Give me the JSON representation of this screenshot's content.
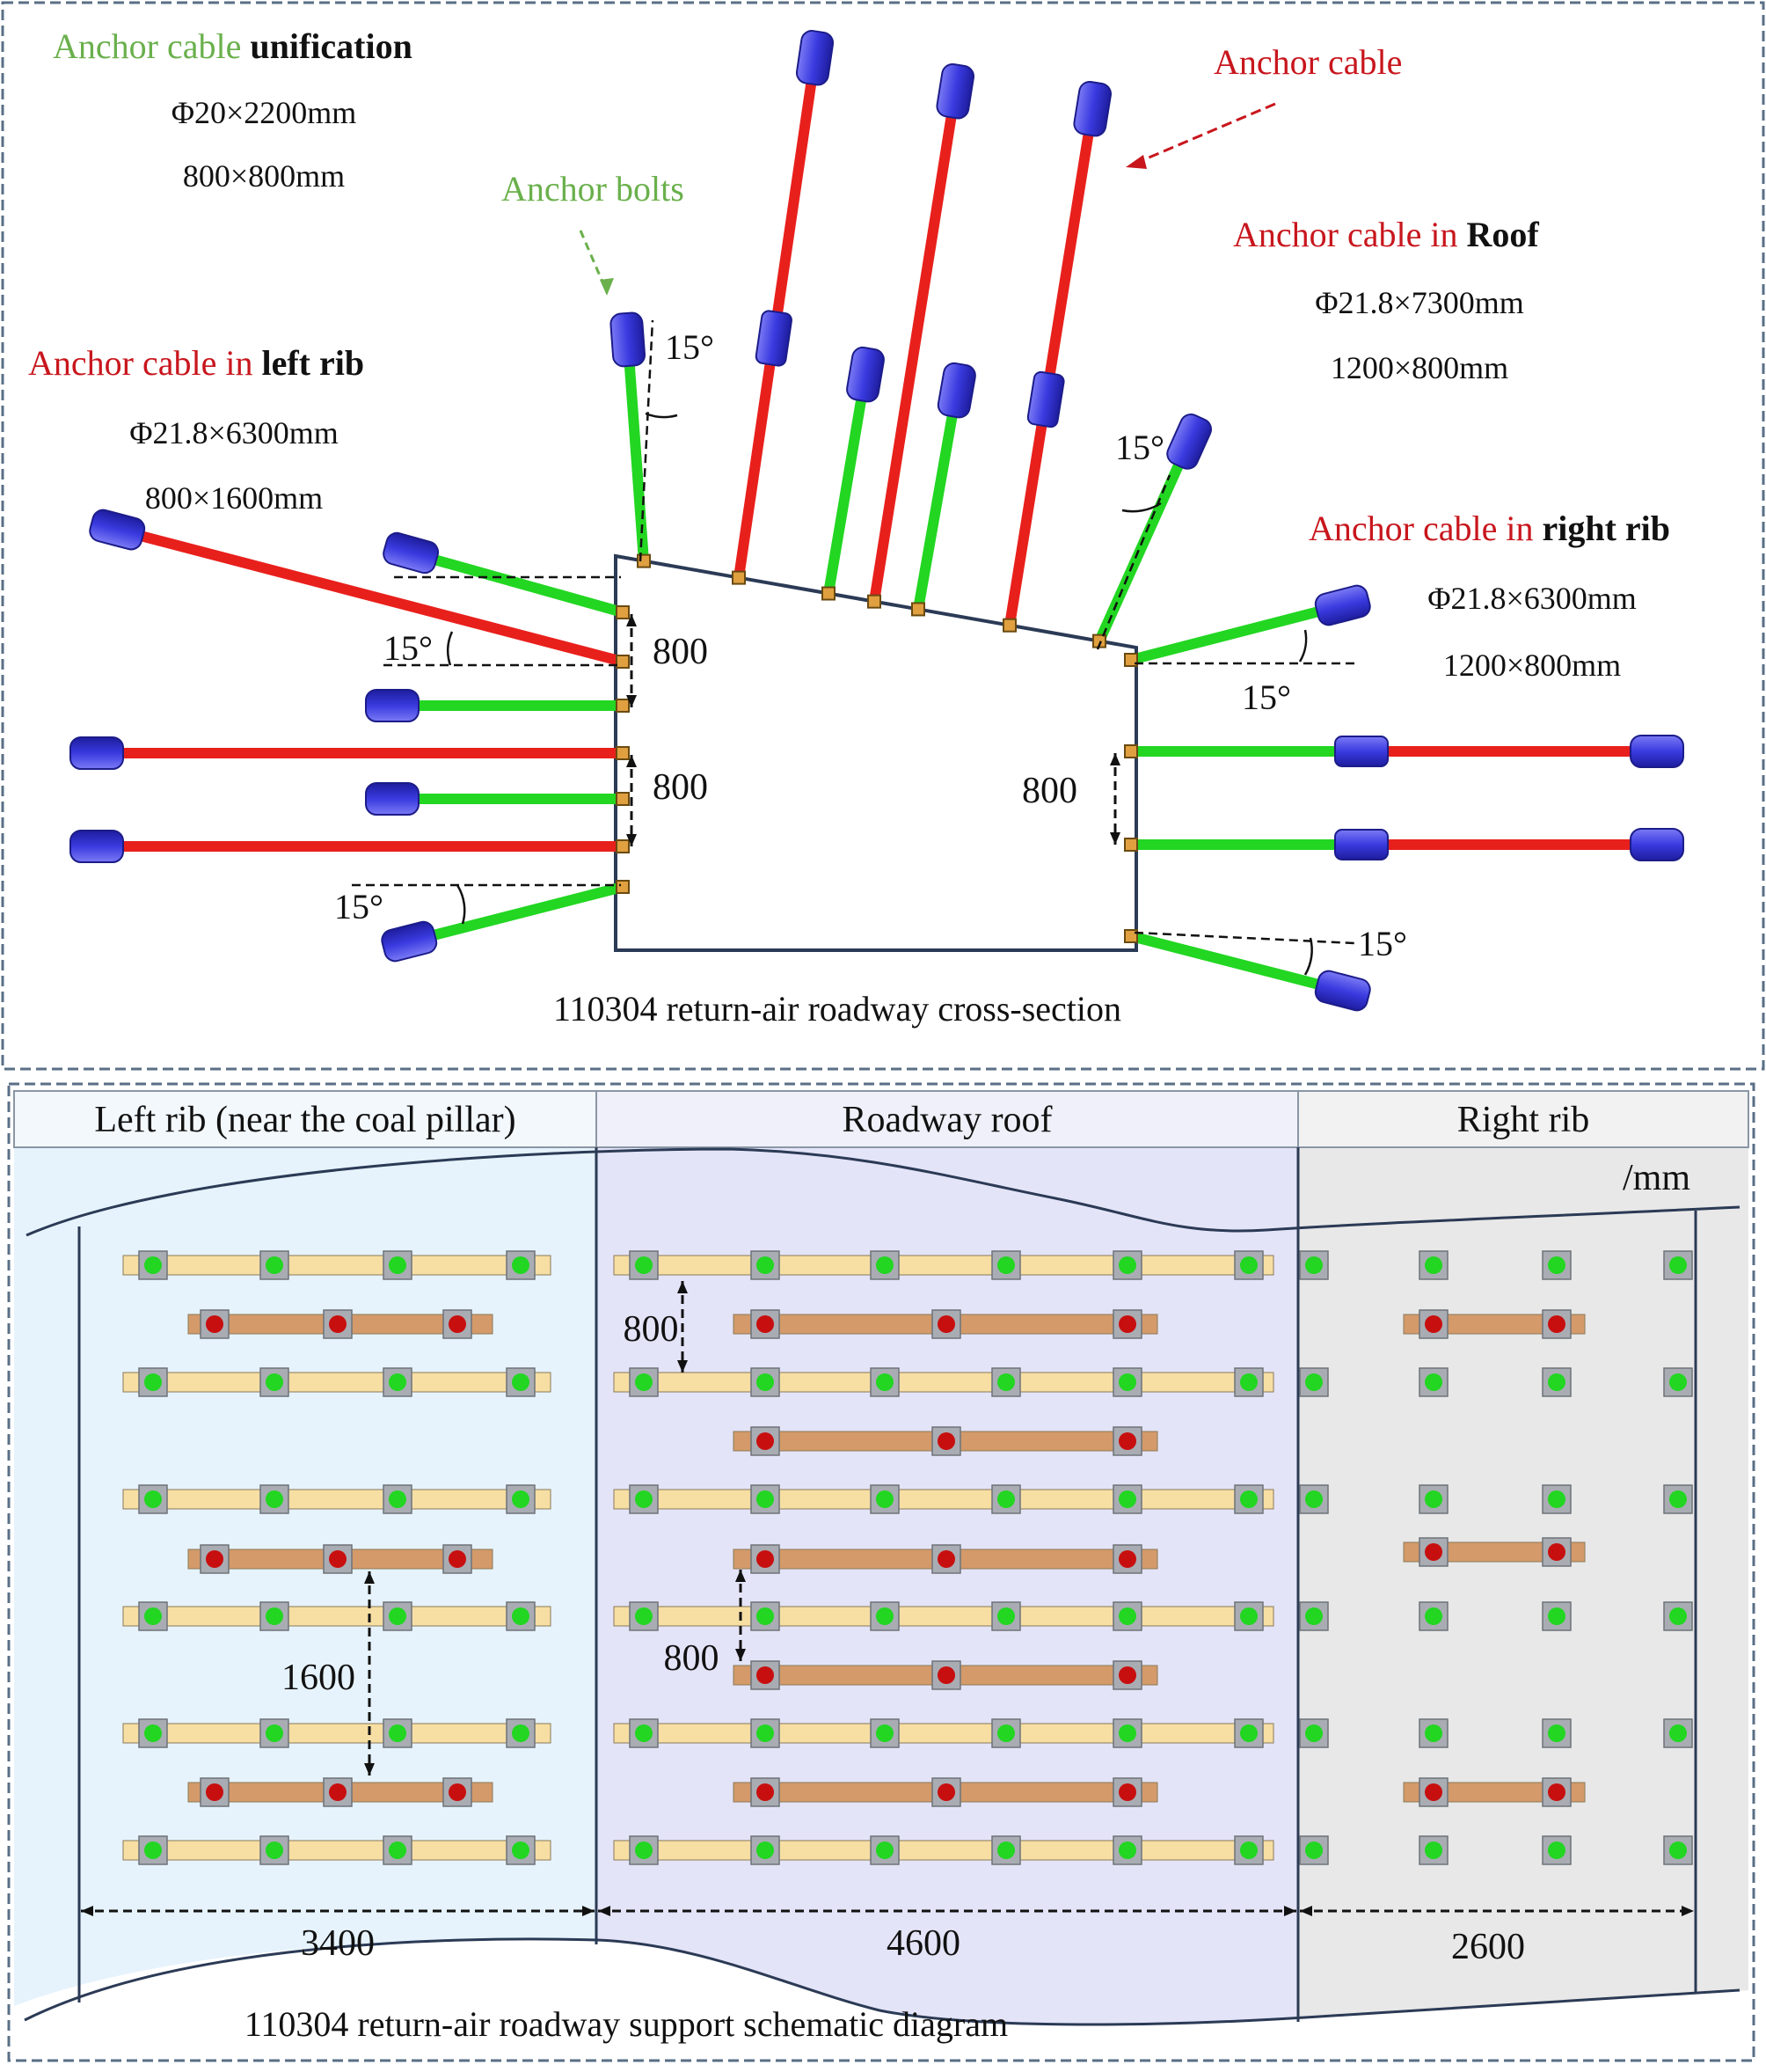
{
  "top": {
    "unification": {
      "prefix": "Anchor cable ",
      "bold": "unification",
      "spec": "Φ20×2200mm",
      "spacing": "800×800mm"
    },
    "anchor_bolts_label": "Anchor bolts",
    "anchor_cable_label": "Anchor cable",
    "roof": {
      "prefix": "Anchor cable in ",
      "bold": "Roof",
      "spec": "Φ21.8×7300mm",
      "spacing": "1200×800mm"
    },
    "left_rib": {
      "prefix": "Anchor cable in ",
      "bold": "left rib",
      "spec": "Φ21.8×6300mm",
      "spacing": "800×1600mm"
    },
    "right_rib": {
      "prefix": "Anchor cable in ",
      "bold": "right rib",
      "spec": "Φ21.8×6300mm",
      "spacing": "1200×800mm"
    },
    "angle": "15°",
    "dim_800": "800",
    "caption": "110304 return-air roadway cross-section"
  },
  "bottom": {
    "headers": [
      "Left rib (near the coal pillar)",
      "Roadway roof",
      "Right rib"
    ],
    "unit": "/mm",
    "dim_800": "800",
    "dim_1600": "1600",
    "widths": [
      "3400",
      "4600",
      "2600"
    ],
    "caption": "110304 return-air roadway support schematic diagram"
  },
  "colors": {
    "cable": "#e8201c",
    "bolt": "#22d622",
    "anchor_head": "#3a3ae0",
    "red_label": "#c8161d",
    "green_label": "#6ab04c",
    "left_bg": "#e6f3fc",
    "roof_bg": "#e4e4f8",
    "right_bg": "#e8e8e8",
    "bolt_strip": "#f7dea3",
    "cable_strip": "#d49a6a"
  }
}
